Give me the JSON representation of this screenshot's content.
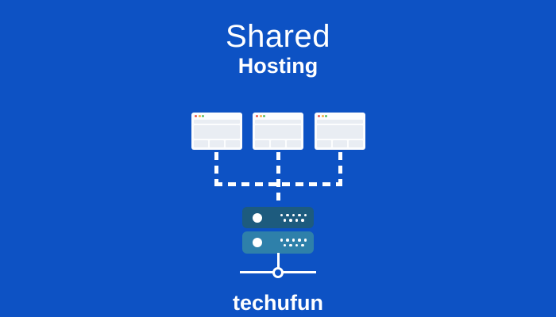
{
  "title": {
    "primary": "Shared",
    "secondary": "Hosting"
  },
  "brand": "techufun",
  "colors": {
    "background": "#0d52c4",
    "text": "#ffffff",
    "window_body": "#fcfdfe",
    "window_panel": "#e9edf3",
    "traffic_red": "#e85a50",
    "traffic_yellow": "#f2b24c",
    "traffic_green": "#5fc06a",
    "rack_top": "#1d5b7e",
    "rack_bottom": "#2e80aa",
    "connector": "#ffffff"
  },
  "diagram": {
    "description": "Three browser-window clients connected by dashed lines to one shared server with two racks and a network node below",
    "client_count": 3,
    "server": {
      "racks": [
        {
          "name": "rack-top",
          "led": true,
          "dot_rows": [
            5,
            4
          ]
        },
        {
          "name": "rack-bottom",
          "led": true,
          "dot_rows": [
            5,
            4
          ]
        }
      ]
    }
  }
}
